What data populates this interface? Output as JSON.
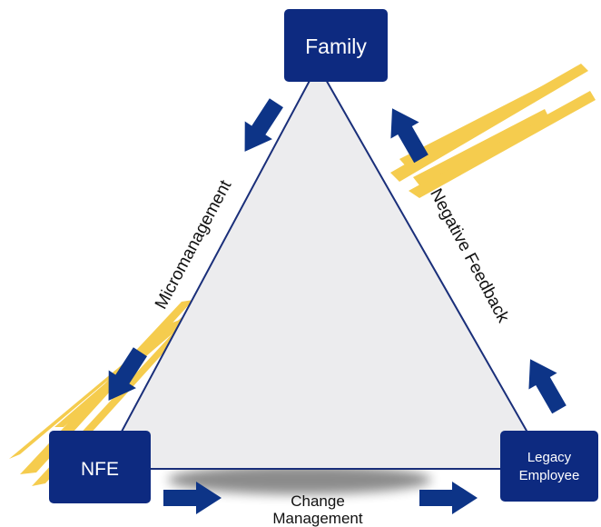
{
  "diagram": {
    "nodes": {
      "top": {
        "label": "Family"
      },
      "left": {
        "label": "NFE"
      },
      "right": {
        "label_line1": "Legacy",
        "label_line2": "Employee"
      }
    },
    "edges": {
      "left_side": {
        "label": "Micromanagement"
      },
      "right_side": {
        "label": "Negative Feedback"
      },
      "bottom": {
        "label_line1": "Change",
        "label_line2": "Management"
      }
    },
    "colors": {
      "node_fill": "#0d2a80",
      "arrow": "#0d3487",
      "triangle_fill": "#ececee",
      "triangle_stroke": "#1a2f7a",
      "brush_accent": "#f4c430"
    },
    "icons": [
      "arrow-icon"
    ]
  }
}
